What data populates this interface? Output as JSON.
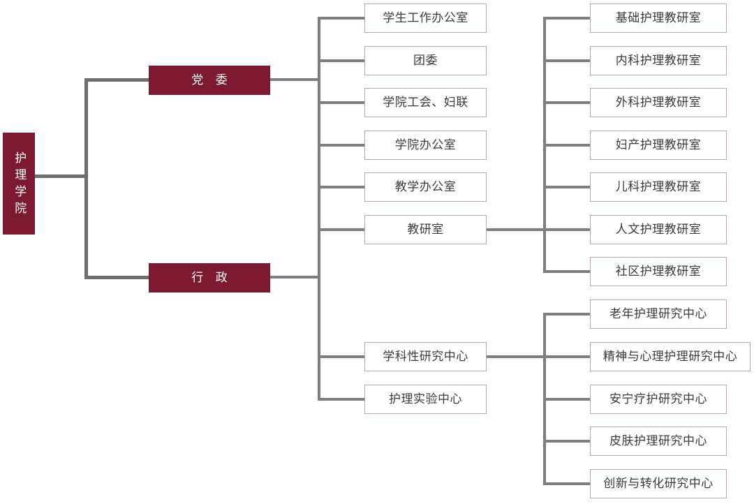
{
  "diagram": {
    "type": "organization-chart",
    "title_node": "护理学院",
    "colors": {
      "node_fill_primary": "#7d1931",
      "node_text_primary": "#ffffff",
      "node_border_secondary": "#bda3ab",
      "node_text_secondary": "#3a3a3a",
      "connector_main": "#6e6e6e",
      "connector_branch": "#7f7f7f",
      "background": "#ffffff"
    },
    "root": {
      "label": "护理学院"
    },
    "level2": [
      {
        "id": "party",
        "label": "党 委"
      },
      {
        "id": "admin",
        "label": "行 政"
      }
    ],
    "party_children": [
      {
        "label": "学生工作办公室"
      },
      {
        "label": "团委"
      },
      {
        "label": "学院工会、妇联"
      },
      {
        "label": "学院办公室"
      }
    ],
    "admin_children": [
      {
        "label": "教学办公室"
      },
      {
        "label": "教研室"
      },
      {
        "label": "学科性研究中心"
      },
      {
        "label": "护理实验中心"
      }
    ],
    "teaching_offices": [
      {
        "label": "基础护理教研室"
      },
      {
        "label": "内科护理教研室"
      },
      {
        "label": "外科护理教研室"
      },
      {
        "label": "妇产护理教研室"
      },
      {
        "label": "儿科护理教研室"
      },
      {
        "label": "人文护理教研室"
      },
      {
        "label": "社区护理教研室"
      }
    ],
    "research_centers": [
      {
        "label": "老年护理研究中心"
      },
      {
        "label": "精神与心理护理研究中心"
      },
      {
        "label": "安宁疗护研究中心"
      },
      {
        "label": "皮肤护理研究中心"
      },
      {
        "label": "创新与转化研究中心"
      }
    ]
  }
}
